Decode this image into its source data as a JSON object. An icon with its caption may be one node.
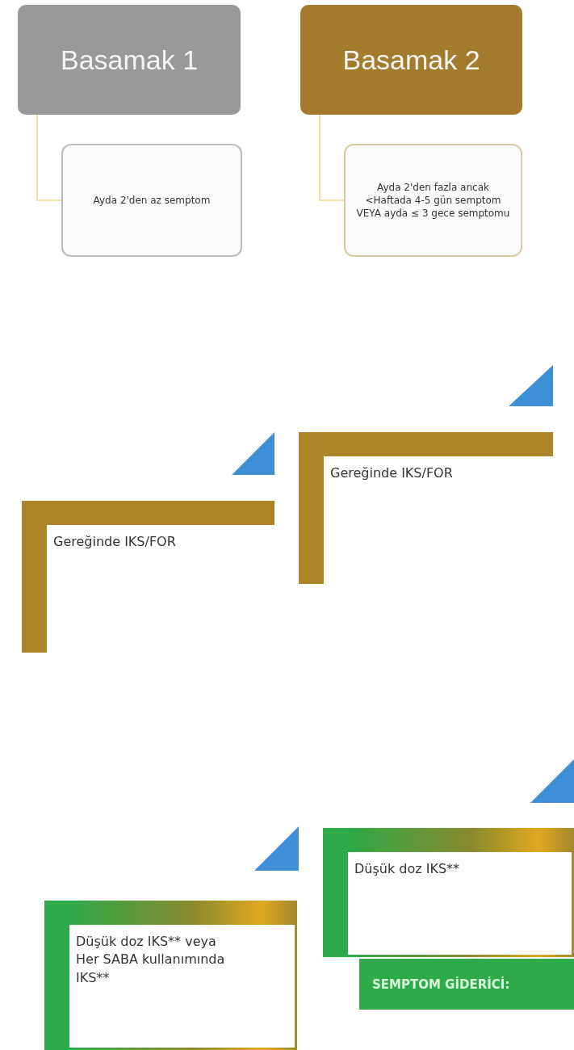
{
  "diagram": {
    "nodes": [
      {
        "text": [
          "Basamak 1"
        ]
      },
      {
        "text": [
          "Ayda 2'den az semptom"
        ]
      },
      {
        "text": [
          "Basamak 2"
        ]
      },
      {
        "text": [
          "Ayda 2'den fazla ancak <Haftada 4-5 gün semptom VEYA ayda ≤ 3 gece semptomu"
        ]
      },
      {
        "text": [
          "Gereğinde IKS/FOR"
        ]
      },
      {
        "text": [
          "Gereğinde IKS/FOR"
        ]
      },
      {
        "text": [
          "Düşük doz IKS** veya Her SABA kullanımında IKS**"
        ]
      },
      {
        "text": [
          "Düşük doz IKS**"
        ]
      },
      {
        "text": [
          "SEMPTOM GİDERİCİ:"
        ]
      }
    ],
    "edges": [
      {
        "from": 0,
        "to": 1,
        "arrow": "none"
      },
      {
        "from": 2,
        "to": 3,
        "arrow": "none"
      }
    ]
  }
}
